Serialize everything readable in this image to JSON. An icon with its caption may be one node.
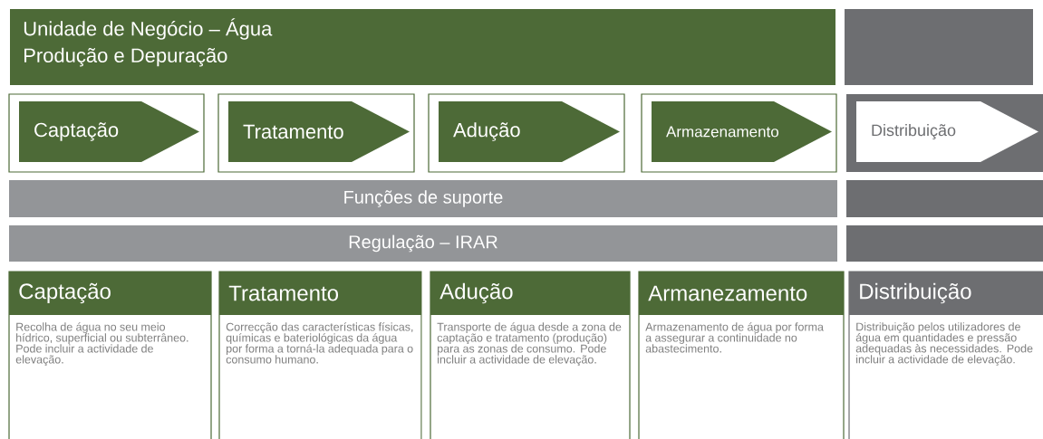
{
  "diagram": {
    "nodes": [
      {
        "text": [
          "Unidade de Negócio – Água",
          "Produção e Depuração"
        ]
      },
      {
        "text": [],
        "shape": "box"
      },
      {
        "text": [],
        "shape": "box"
      },
      {
        "text": [
          "Captação"
        ],
        "in": 2
      },
      {
        "text": [],
        "shape": "box"
      },
      {
        "text": [
          "Tratamento"
        ],
        "in": 4
      },
      {
        "text": [],
        "shape": "box"
      },
      {
        "text": [
          "Adução"
        ],
        "in": 6
      },
      {
        "text": [],
        "shape": "box"
      },
      {
        "text": [
          "Armazenamento"
        ],
        "in": 8
      },
      {
        "text": [],
        "shape": "box"
      },
      {
        "text": [
          "Distribuição"
        ],
        "in": 10
      },
      {
        "text": [
          "Funções de suporte"
        ]
      },
      {
        "text": [],
        "shape": "box"
      },
      {
        "text": [
          "Regulação – IRAR"
        ]
      },
      {
        "text": [],
        "shape": "box"
      },
      {
        "text": [
          "Captação",
          "Recolha de água no seu meio hídrico, superficial ou subterrâneo. Pode incluir a actividade de elevação."
        ]
      },
      {
        "text": [
          "Tratamento",
          "Correcção das características físicas, químicas e bateriológicas da água por forma a torná-la adequada para o consumo humano."
        ]
      },
      {
        "text": [
          "Adução",
          "Transporte de água desde a zona de captação e tratamento (produção) para as zonas de consumo. Pode incluir a actividade de elevação."
        ]
      },
      {
        "text": [
          "Armanezamento",
          "Armazenamento de água por forma a assegurar a continuidade no abastecimento."
        ]
      },
      {
        "text": [
          "Distribuição",
          "Distribuição pelos utilizadores de água em quantidades e pressão adequadas às necessidades. Pode incluir a actividade de elevação."
        ]
      }
    ]
  }
}
